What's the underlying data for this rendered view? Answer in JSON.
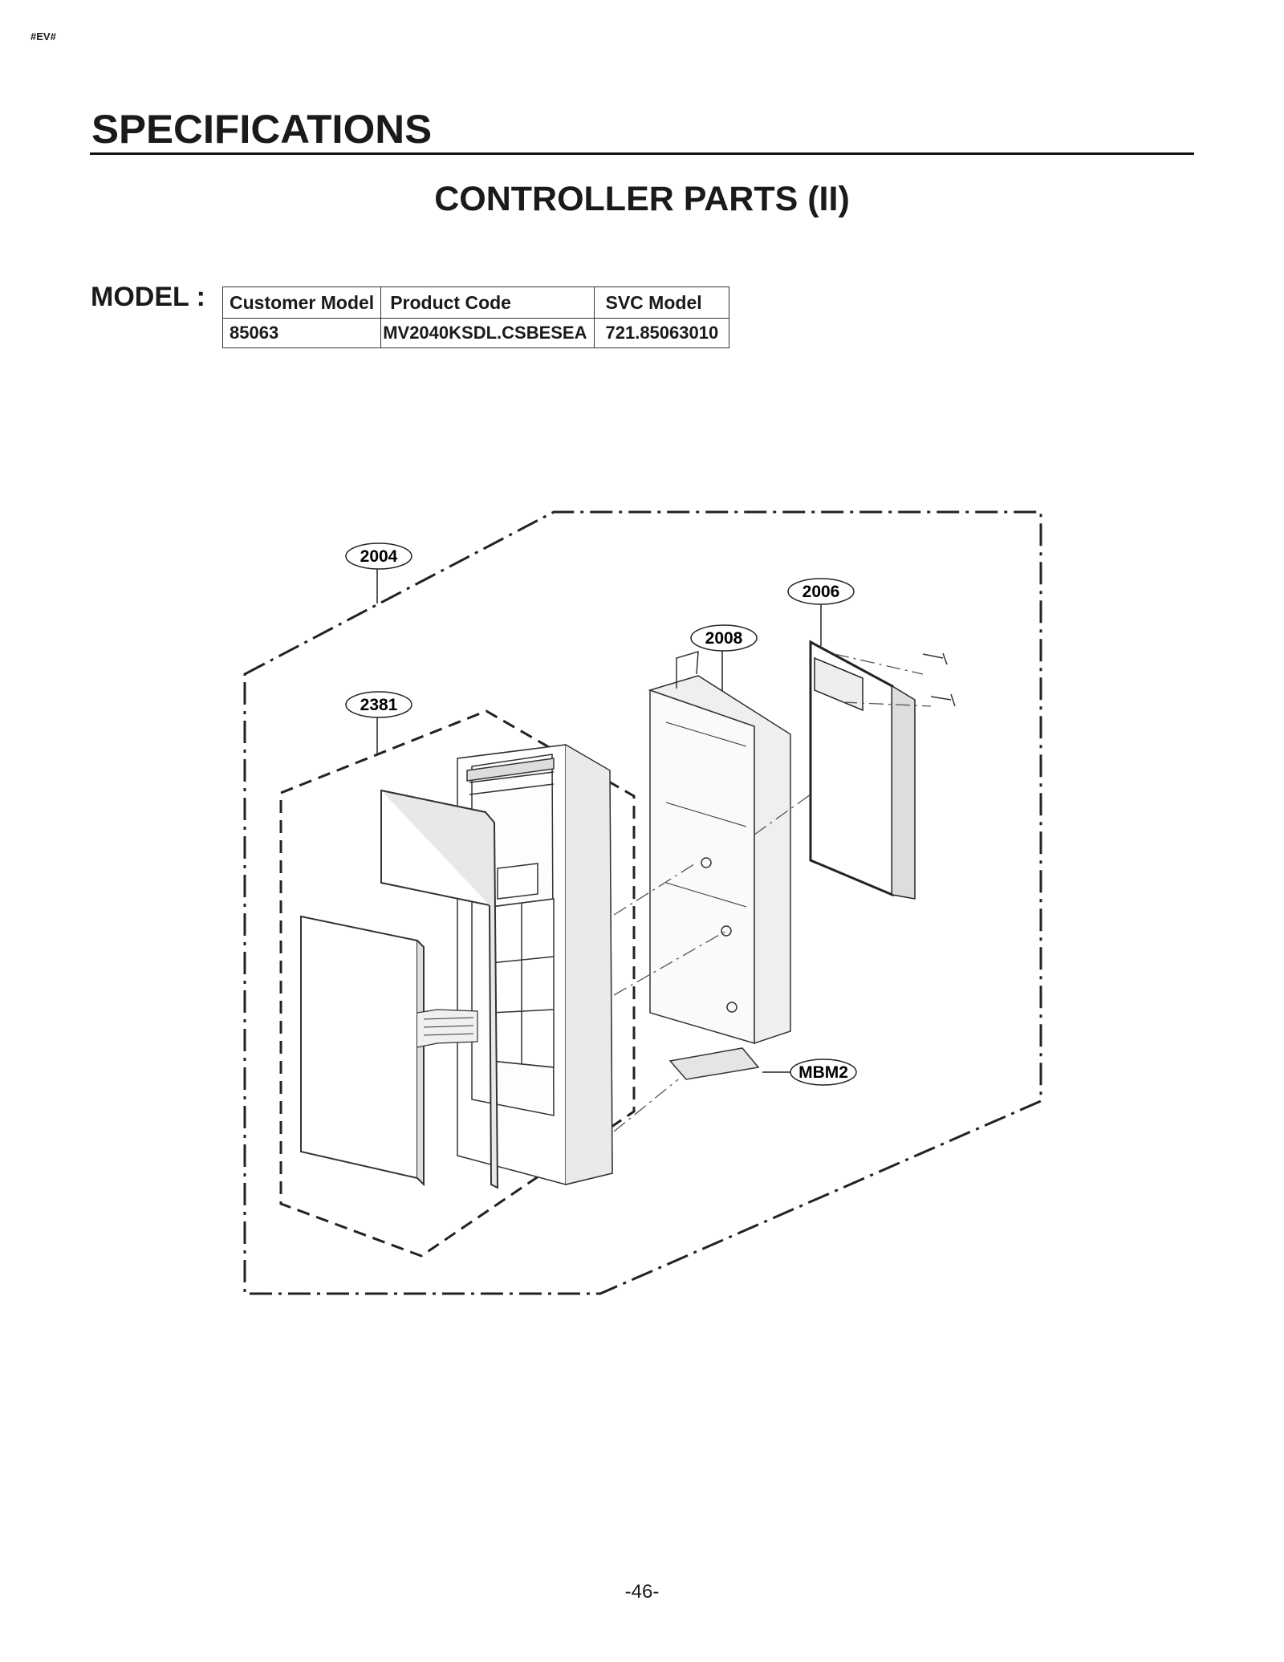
{
  "header": {
    "code_tag": "#EV#",
    "section_title": "SPECIFICATIONS",
    "sub_title": "CONTROLLER PARTS (II)"
  },
  "model": {
    "label": "MODEL :",
    "columns": [
      "Customer Model",
      "Product Code",
      "SVC Model"
    ],
    "row": [
      "85063",
      "MV2040KSDL.CSBESEA",
      "721.85063010"
    ]
  },
  "callouts": {
    "p2004": "2004",
    "p2006": "2006",
    "p2008": "2008",
    "p2381": "2381",
    "mbm2": "MBM2"
  },
  "footer": {
    "page_number": "-46-"
  }
}
